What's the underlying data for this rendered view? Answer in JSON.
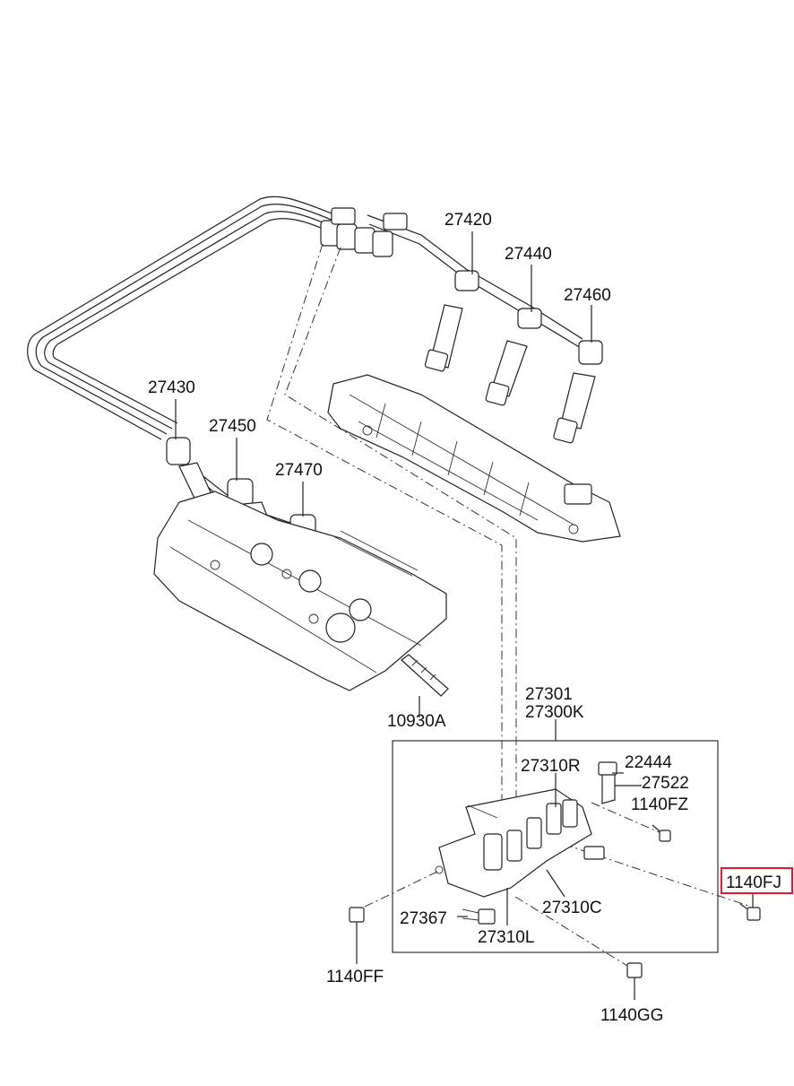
{
  "highlight_color": "#e8192c",
  "parts": {
    "p27420": "27420",
    "p27440": "27440",
    "p27460": "27460",
    "p27430": "27430",
    "p27450": "27450",
    "p27470": "27470",
    "p10930A": "10930A",
    "p27301": "27301",
    "p27300K": "27300K",
    "p27310R": "27310R",
    "p22444": "22444",
    "p27522": "27522",
    "p1140FZ": "1140FZ",
    "p1140FJ": "1140FJ",
    "p27310C": "27310C",
    "p27367": "27367",
    "p27310L": "27310L",
    "p1140FF": "1140FF",
    "p1140GG": "1140GG"
  }
}
